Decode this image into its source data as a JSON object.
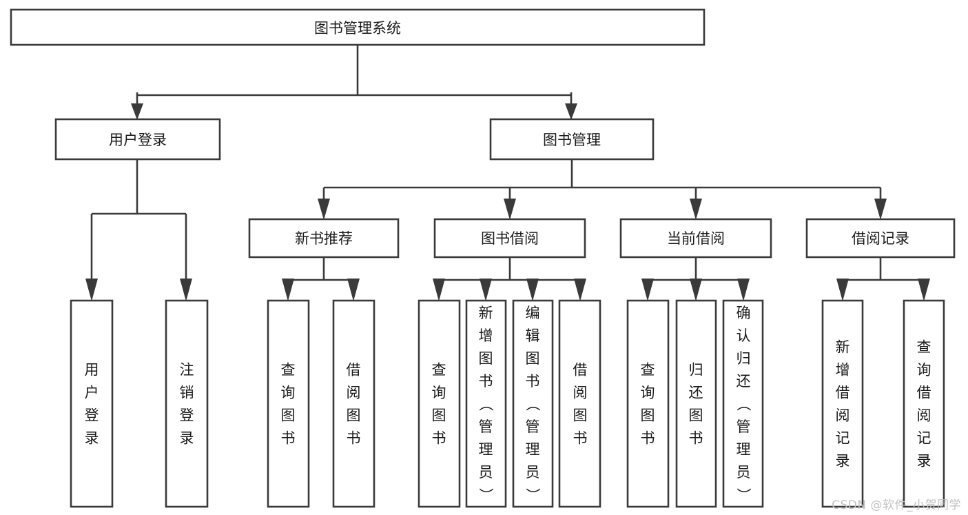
{
  "diagram": {
    "type": "hierarchy-tree",
    "title": "图书管理系统",
    "watermark": "CSDN @软件_小贺同学",
    "nodes": {
      "root": {
        "label": "图书管理系统"
      },
      "level2": [
        {
          "id": "user-login",
          "label": "用户登录"
        },
        {
          "id": "book-management",
          "label": "图书管理"
        }
      ],
      "level3": [
        {
          "id": "new-book-recommend",
          "label": "新书推荐"
        },
        {
          "id": "book-borrow",
          "label": "图书借阅"
        },
        {
          "id": "current-borrow",
          "label": "当前借阅"
        },
        {
          "id": "borrow-record",
          "label": "借阅记录"
        }
      ],
      "leaves": {
        "user-login": [
          {
            "id": "leaf-user-login",
            "label": "用户登录"
          },
          {
            "id": "leaf-logout-login",
            "label": "注销登录"
          }
        ],
        "new-book-recommend": [
          {
            "id": "leaf-query-book-1",
            "label": "查询图书"
          },
          {
            "id": "leaf-borrow-book-1",
            "label": "借阅图书"
          }
        ],
        "book-borrow": [
          {
            "id": "leaf-query-book-2",
            "label": "查询图书"
          },
          {
            "id": "leaf-add-book-admin",
            "label": "新增图书（管理员）"
          },
          {
            "id": "leaf-edit-book-admin",
            "label": "编辑图书（管理员）"
          },
          {
            "id": "leaf-borrow-book-2",
            "label": "借阅图书"
          }
        ],
        "current-borrow": [
          {
            "id": "leaf-query-book-3",
            "label": "查询图书"
          },
          {
            "id": "leaf-return-book",
            "label": "归还图书"
          },
          {
            "id": "leaf-confirm-return-admin",
            "label": "确认归还（管理员）"
          }
        ],
        "borrow-record": [
          {
            "id": "leaf-add-borrow-record",
            "label": "新增借阅记录"
          },
          {
            "id": "leaf-query-borrow-record",
            "label": "查询借阅记录"
          }
        ]
      }
    },
    "colors": {
      "box_stroke": "#3a3a3a",
      "box_fill": "#ffffff",
      "text": "#1a1a1a",
      "watermark": "#c2c2c2",
      "background": "#ffffff"
    }
  }
}
